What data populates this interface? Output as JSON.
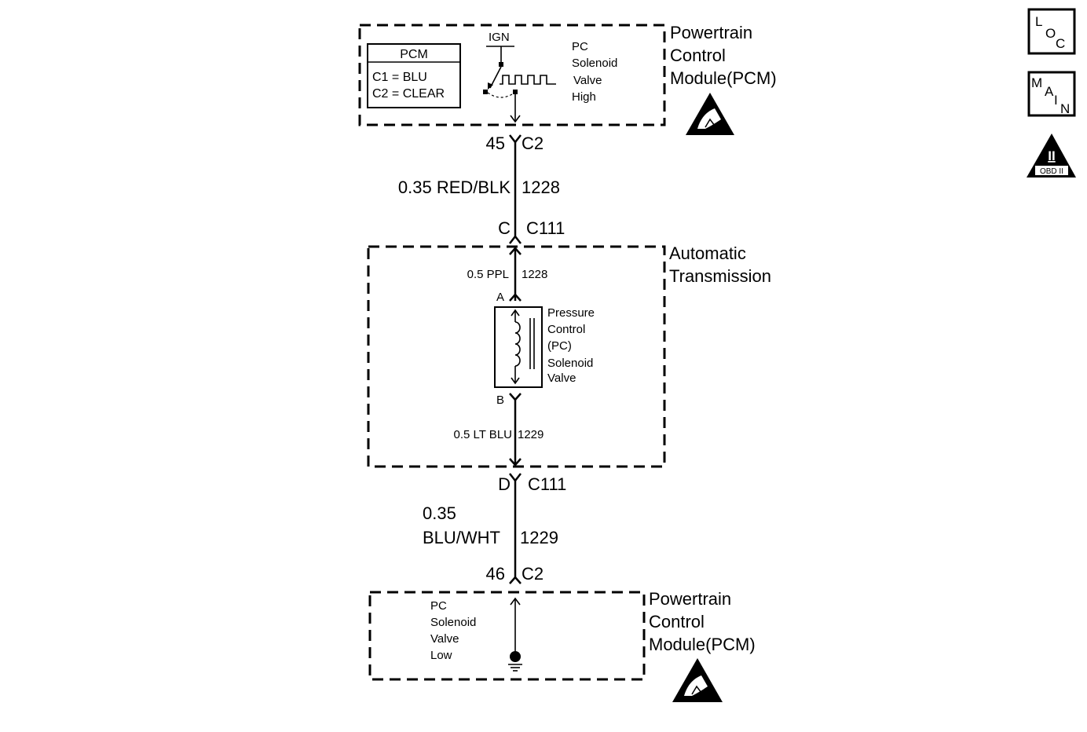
{
  "top_module": {
    "name_lines": [
      "Powertrain",
      "Control",
      "Module(PCM)"
    ],
    "pcm_box_title": "PCM",
    "pcm_box_lines": [
      "C1 = BLU",
      "C2 = CLEAR"
    ],
    "ign_label": "IGN",
    "signal_lines": [
      "PC",
      "Solenoid",
      "Valve",
      "High"
    ]
  },
  "connector_top": {
    "pin": "45",
    "name": "C2"
  },
  "wire_upper": {
    "gauge_color": "0.35 RED/BLK",
    "circuit": "1228"
  },
  "connector_c111_top": {
    "pin": "C",
    "name": "C111"
  },
  "transmission": {
    "name_lines": [
      "Automatic",
      "Transmission"
    ],
    "wire_in": {
      "gauge_color": "0.5 PPL",
      "circuit": "1228"
    },
    "terminal_a": "A",
    "solenoid_lines": [
      "Pressure",
      "Control",
      "(PC)",
      "Solenoid",
      "Valve"
    ],
    "terminal_b": "B",
    "wire_out": {
      "gauge_color": "0.5 LT BLU",
      "circuit": "1229"
    }
  },
  "connector_c111_bottom": {
    "pin": "D",
    "name": "C111"
  },
  "wire_lower": {
    "gauge": "0.35",
    "color": "BLU/WHT",
    "circuit": "1229"
  },
  "connector_bottom": {
    "pin": "46",
    "name": "C2"
  },
  "bottom_module": {
    "name_lines": [
      "Powertrain",
      "Control",
      "Module(PCM)"
    ],
    "signal_lines": [
      "PC",
      "Solenoid",
      "Valve",
      "Low"
    ]
  },
  "nav": {
    "loc_letters": [
      "L",
      "O",
      "C"
    ],
    "main_letters": [
      "M",
      "A",
      "I",
      "N"
    ],
    "obd_symbol": "II",
    "obd_label": "OBD II"
  }
}
